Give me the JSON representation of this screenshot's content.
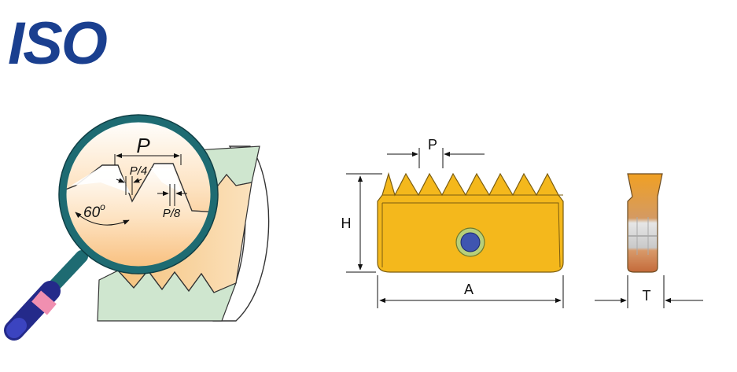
{
  "title": "ISO",
  "colors": {
    "title": "#1a3f8f",
    "insert_gold": "#f4b81c",
    "insert_stroke": "#8a6a10",
    "lens_ring": "#1e6b72",
    "hole_blue": "#3f55b0",
    "hole_ring": "#6d9a40",
    "handle": "#242a8a",
    "handle_band": "#f08fb0",
    "workpiece_green": "#cfe6cf"
  },
  "thread_labels": {
    "pitch": "P",
    "quarter_pitch": "P/4",
    "eighth_pitch": "P/8",
    "angle": "60",
    "angle_unit": "o"
  },
  "insert_labels": {
    "pitch": "P",
    "height": "H",
    "length": "A",
    "thickness": "T"
  },
  "icons": {
    "magnifier": "magnifier-icon"
  }
}
